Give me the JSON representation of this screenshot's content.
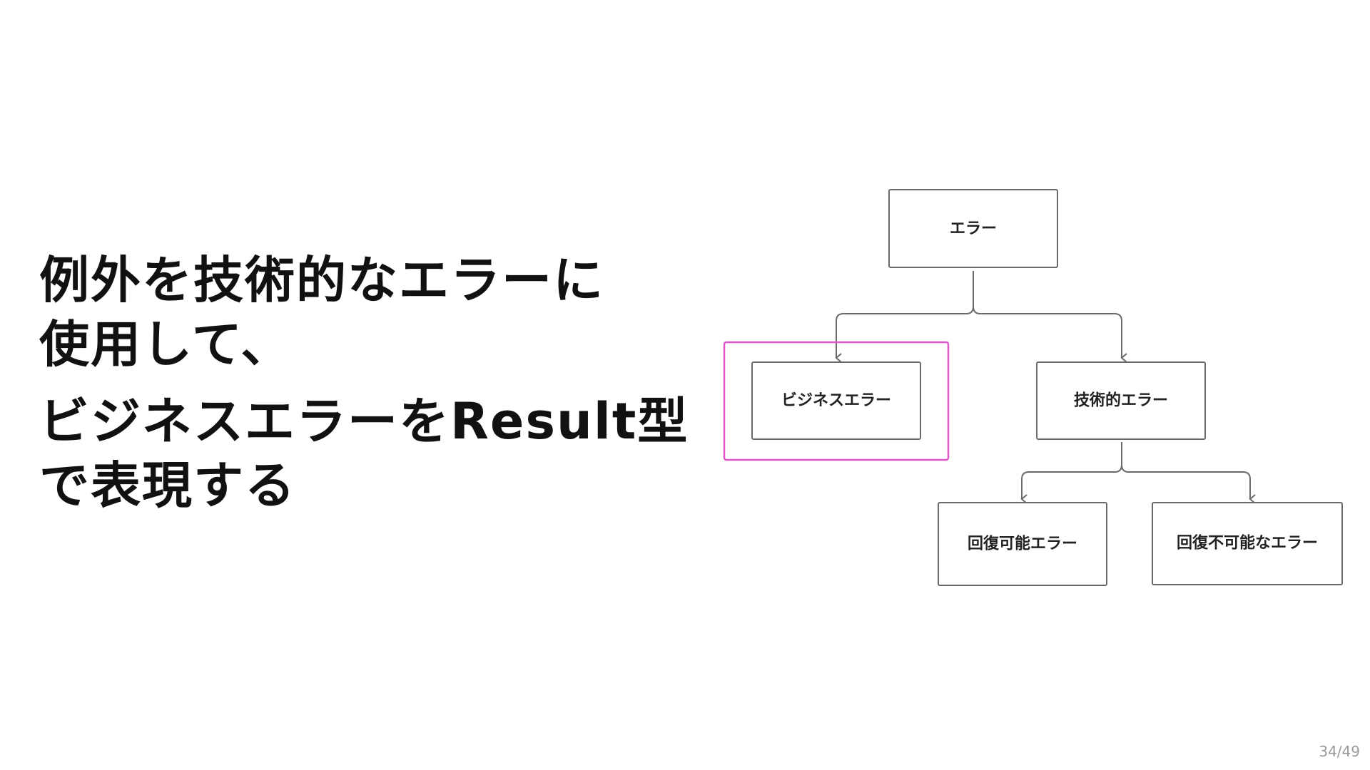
{
  "heading": {
    "line1": "例外を技術的なエラーに",
    "line2": "使用して、",
    "line3": "ビジネスエラーをResult型",
    "line4": "で表現する"
  },
  "diagram": {
    "nodes": {
      "root": "エラー",
      "business": "ビジネスエラー",
      "technical": "技術的エラー",
      "recoverable": "回復可能エラー",
      "unrecoverable": "回復不可能なエラー"
    },
    "highlighted_node": "business",
    "highlight_color": "#e255c8"
  },
  "page_indicator": "34/49"
}
